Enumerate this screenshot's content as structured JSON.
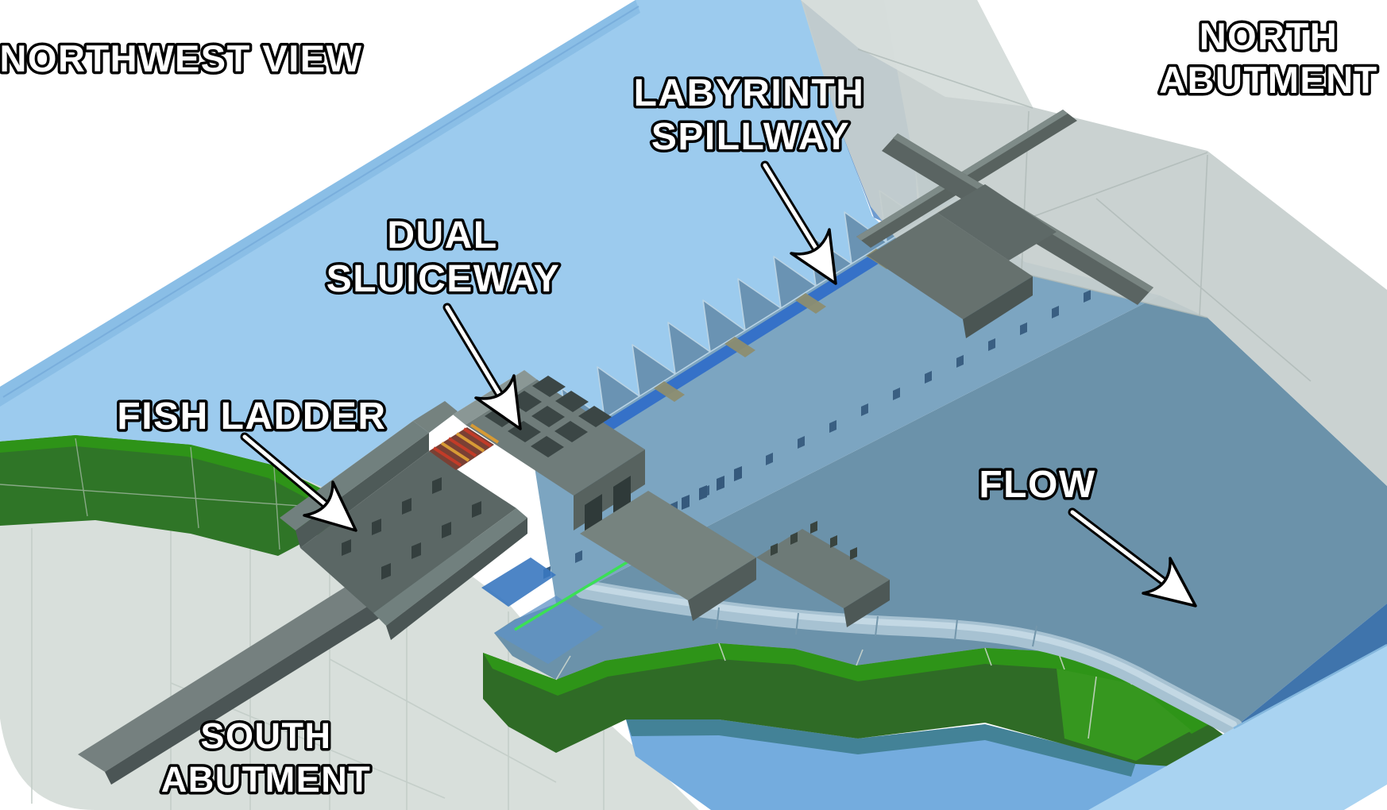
{
  "view_label": "NORTHWEST VIEW",
  "annotations": {
    "north_abutment": {
      "line1": "NORTH",
      "line2": "ABUTMENT"
    },
    "south_abutment": {
      "line1": "SOUTH",
      "line2": "ABUTMENT"
    },
    "labyrinth_spillway": {
      "line1": "LABYRINTH",
      "line2": "SPILLWAY"
    },
    "dual_sluiceway": {
      "line1": "DUAL",
      "line2": "SLUICEWAY"
    },
    "fish_ladder": {
      "text": "FISH LADDER"
    },
    "flow": {
      "text": "FLOW"
    }
  },
  "palette": {
    "upstream_water": "#9CCBEE",
    "downstream_water": "#6B92AA",
    "deep_channel": "#4A82C4",
    "embankment_green": "#2E9418",
    "concrete_gray": "#6F7C7A",
    "terrain_gray": "#C6CFCE",
    "trash_rack_red": "#C23B28",
    "trash_rack_orange": "#D79A35",
    "accent_line_green": "#3BE055",
    "label_fill": "#FFFFFF",
    "label_outline": "#000000"
  }
}
